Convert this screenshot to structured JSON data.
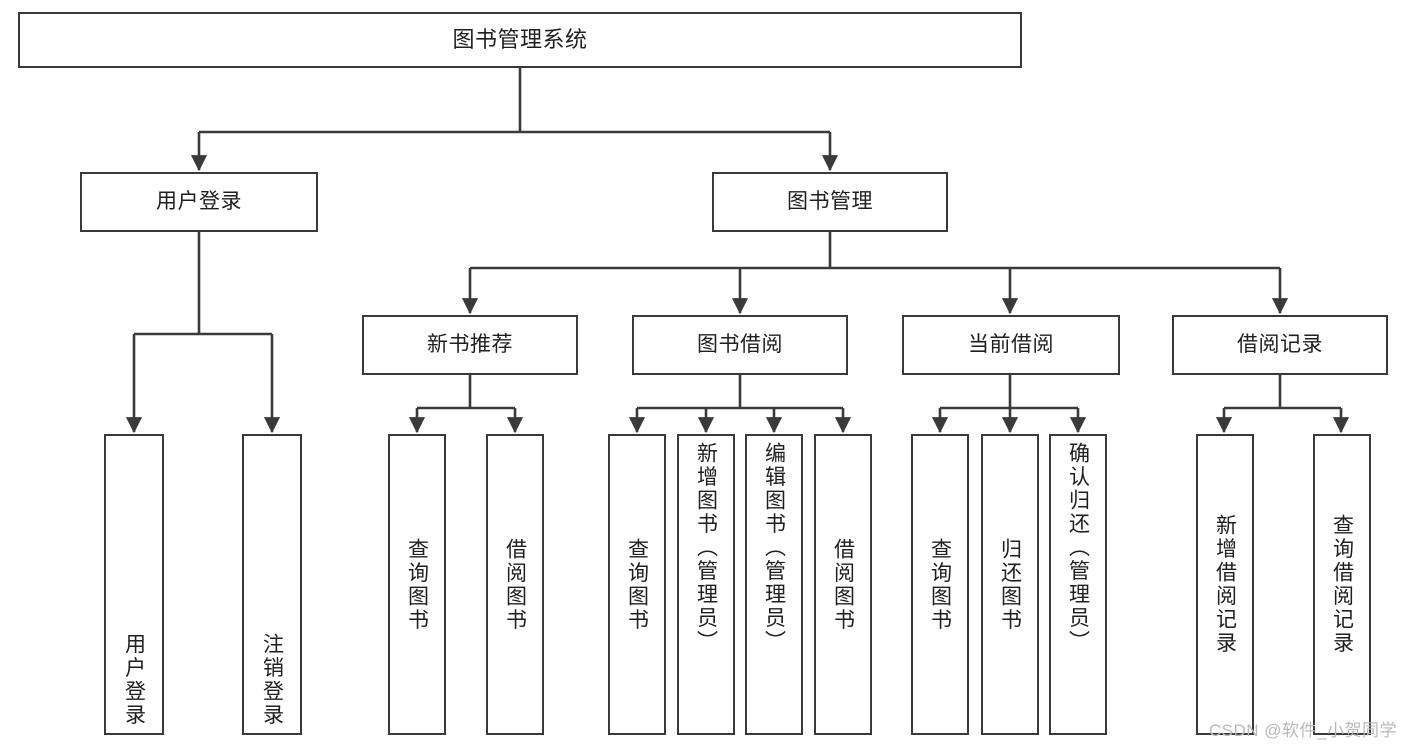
{
  "diagram": {
    "title": "图书管理系统",
    "type": "tree-hierarchy",
    "style": {
      "background": "#ffffff",
      "box_stroke": "#3a3a3a",
      "box_fill": "#ffffff",
      "text_color": "#1f1f1f",
      "connector_color": "#3a3a3a",
      "watermark_color": "#b9b9b9"
    },
    "nodes": {
      "root": {
        "label": "图书管理系统"
      },
      "tier1": [
        {
          "id": "user-login",
          "label": "用户登录"
        },
        {
          "id": "book-manage",
          "label": "图书管理"
        }
      ],
      "tier2": [
        {
          "id": "new-book-recommend",
          "label": "新书推荐"
        },
        {
          "id": "book-borrow",
          "label": "图书借阅"
        },
        {
          "id": "current-borrow",
          "label": "当前借阅"
        },
        {
          "id": "borrow-record",
          "label": "借阅记录"
        }
      ],
      "leaves": {
        "user_login": [
          {
            "id": "leaf-user-login",
            "label": "用户登录"
          },
          {
            "id": "leaf-logout-login",
            "label": "注销登录"
          }
        ],
        "new_book_recommend": [
          {
            "id": "leaf-query-book-1",
            "label": "查询图书"
          },
          {
            "id": "leaf-borrow-book-1",
            "label": "借阅图书"
          }
        ],
        "book_borrow": [
          {
            "id": "leaf-query-book-2",
            "label": "查询图书"
          },
          {
            "id": "leaf-add-book",
            "label": "新增图书（管理员）"
          },
          {
            "id": "leaf-edit-book",
            "label": "编辑图书（管理员）"
          },
          {
            "id": "leaf-borrow-book-2",
            "label": "借阅图书"
          }
        ],
        "current_borrow": [
          {
            "id": "leaf-query-book-3",
            "label": "查询图书"
          },
          {
            "id": "leaf-return-book",
            "label": "归还图书"
          },
          {
            "id": "leaf-confirm-return",
            "label": "确认归还（管理员）"
          }
        ],
        "borrow_record": [
          {
            "id": "leaf-add-record",
            "label": "新增借阅记录"
          },
          {
            "id": "leaf-query-record",
            "label": "查询借阅记录"
          }
        ]
      }
    },
    "watermark": "CSDN @软件_小贺同学"
  }
}
